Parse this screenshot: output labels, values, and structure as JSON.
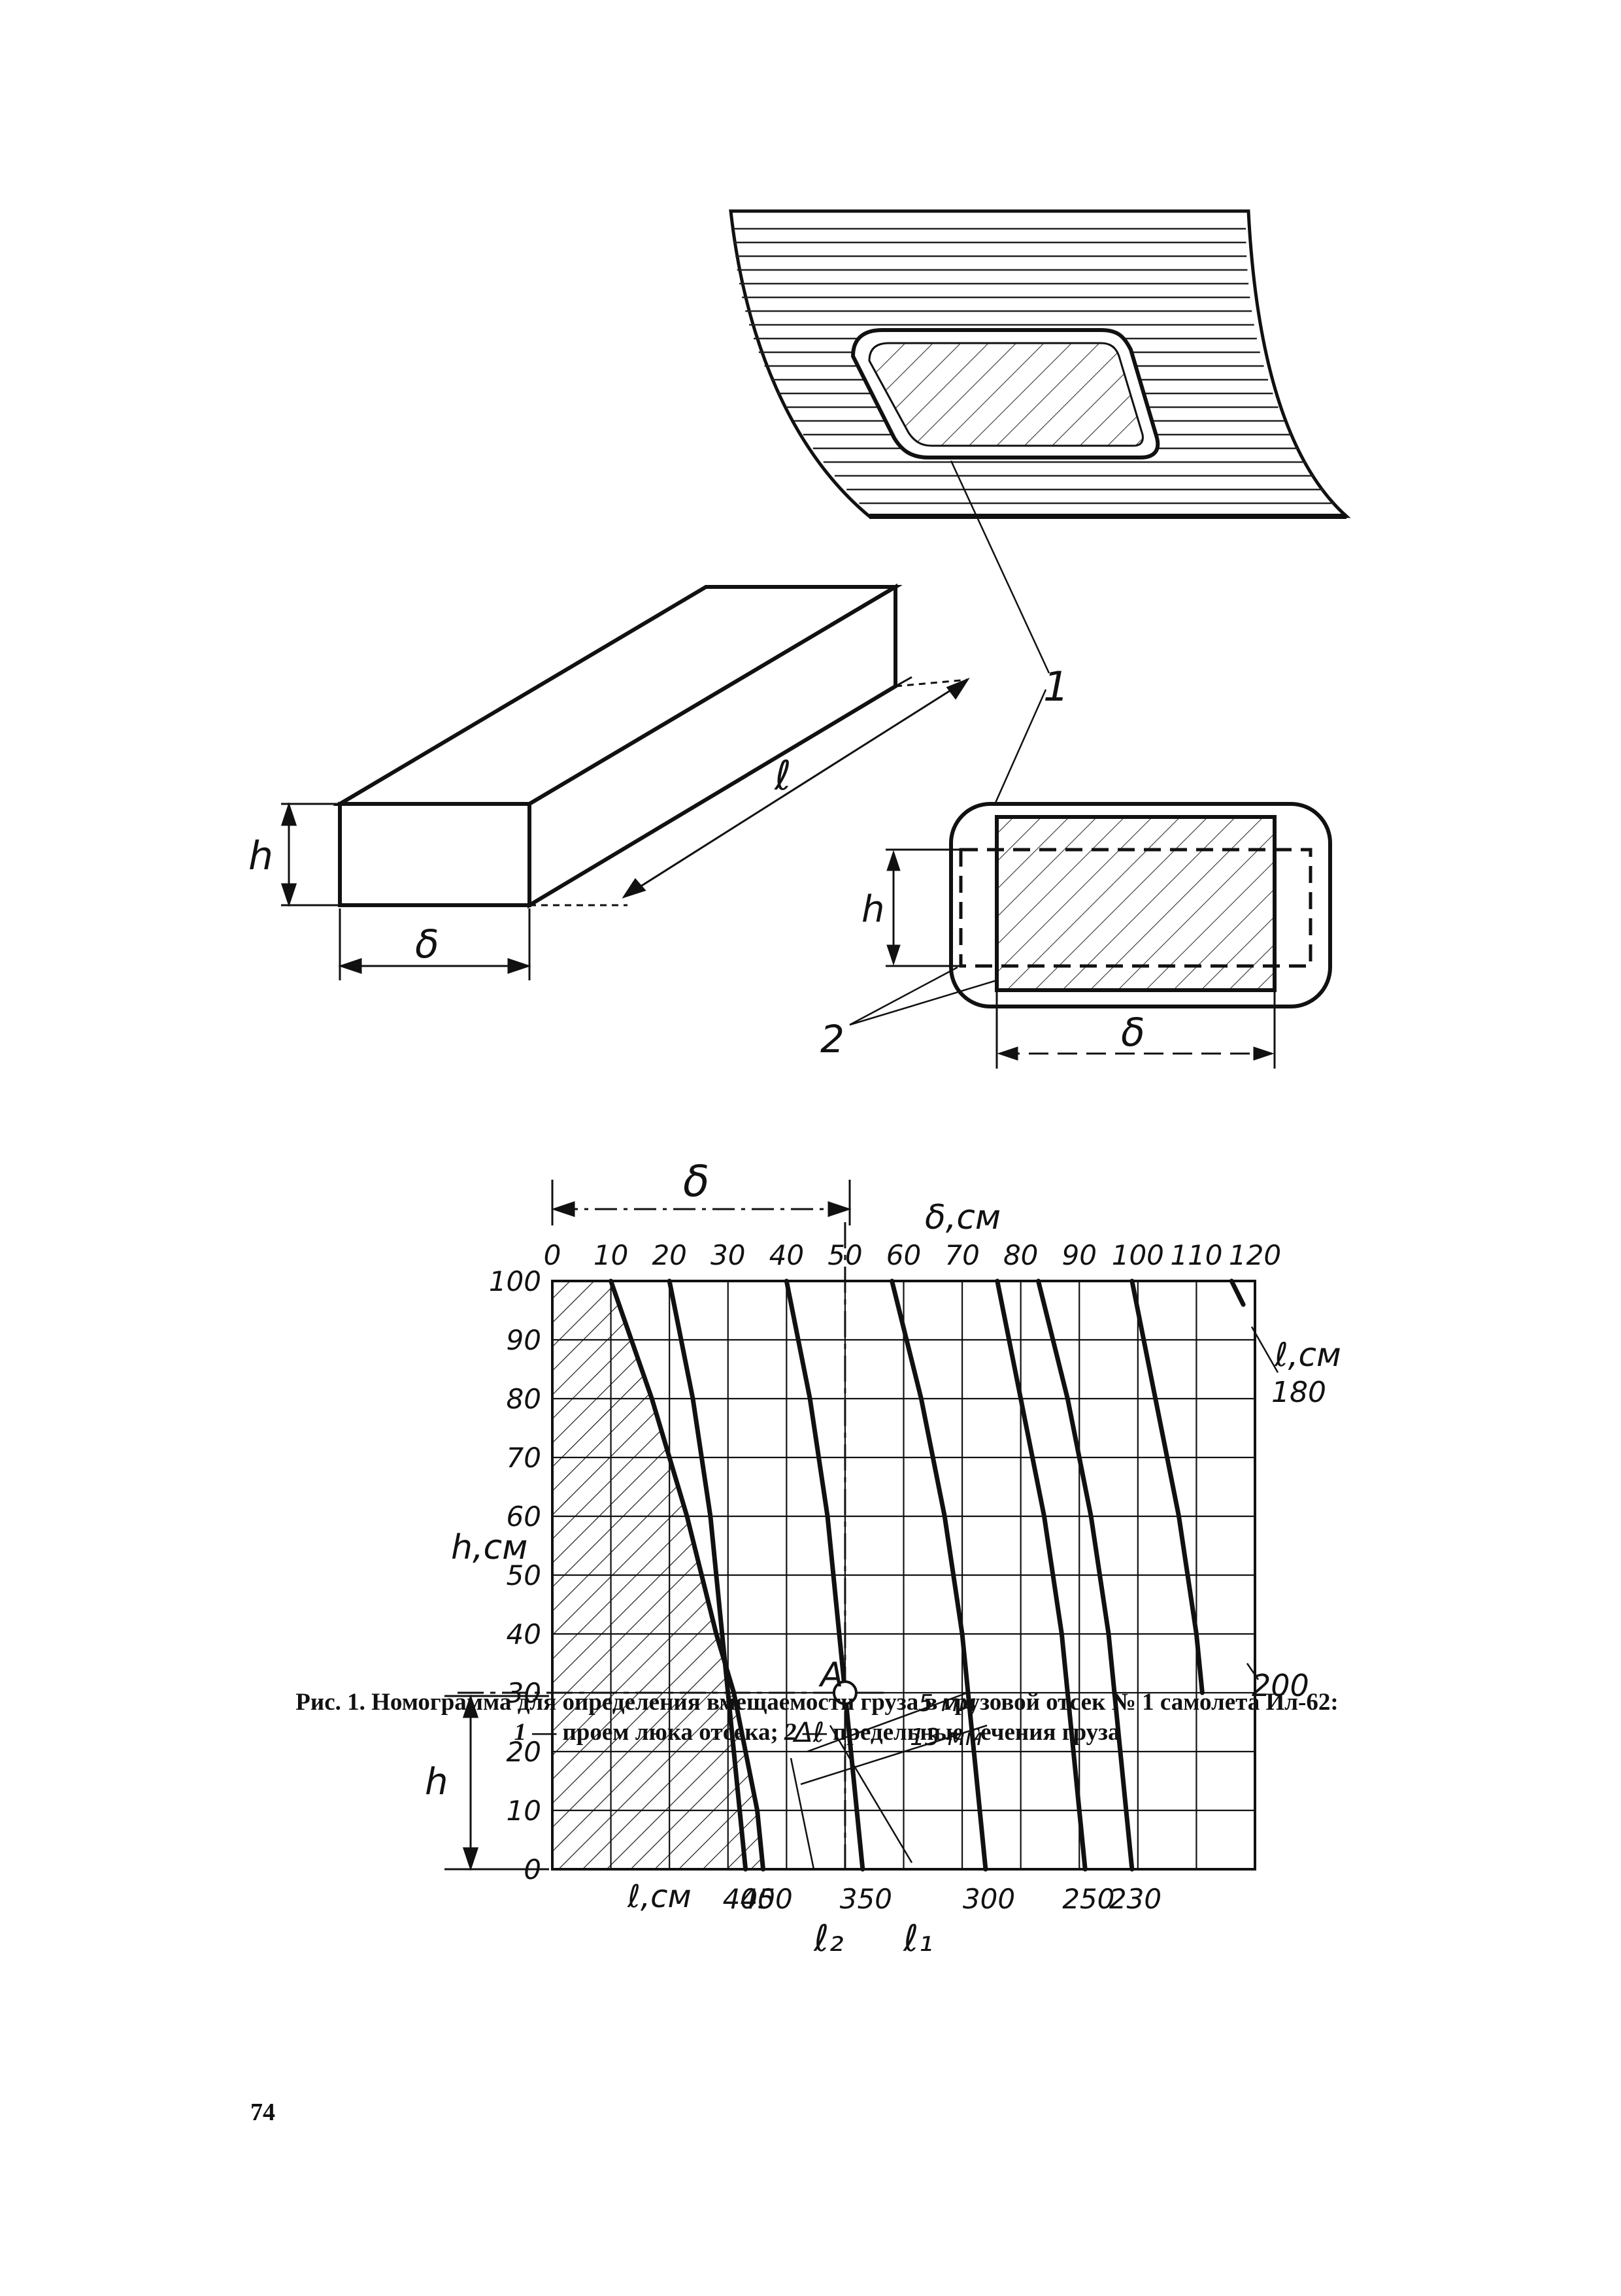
{
  "figure": {
    "labels": {
      "callout_1": "1",
      "callout_2": "2",
      "box_h": "h",
      "box_l": "ℓ",
      "box_delta": "δ",
      "hatch_h": "h",
      "hatch_delta": "δ"
    }
  },
  "chart_data": {
    "type": "line",
    "title": "",
    "top_dimension_label": "δ",
    "xlabel": "δ,см",
    "ylabel": "h,см",
    "xlim": [
      0,
      120
    ],
    "ylim": [
      0,
      100
    ],
    "x_ticks": [
      "0",
      "10",
      "20",
      "30",
      "40",
      "50",
      "60",
      "70",
      "80",
      "90",
      "100",
      "110",
      "120"
    ],
    "y_ticks": [
      "0",
      "10",
      "20",
      "30",
      "40",
      "50",
      "60",
      "70",
      "80",
      "90",
      "100"
    ],
    "curve_axis_label_top": "ℓ,см",
    "curve_axis_label_bottom": "ℓ,см",
    "l2_label": "ℓ₂",
    "l1_label": "ℓ₁",
    "h_dim_label": "h",
    "point_label": "A",
    "delta_l_label": "Δℓ",
    "mm5_label": "5 мм",
    "mm13_label": "13 мм",
    "grid": true,
    "hatched_region": "infeasible",
    "series": [
      {
        "name": "450",
        "points": [
          [
            10,
            100
          ],
          [
            17,
            80
          ],
          [
            23,
            60
          ],
          [
            28,
            40
          ],
          [
            31,
            30
          ],
          [
            33,
            20
          ],
          [
            35,
            10
          ],
          [
            36,
            0
          ]
        ]
      },
      {
        "name": "400",
        "points": [
          [
            20,
            100
          ],
          [
            24,
            80
          ],
          [
            27,
            60
          ],
          [
            29,
            40
          ],
          [
            30,
            30
          ],
          [
            31,
            20
          ],
          [
            32,
            10
          ],
          [
            33,
            0
          ]
        ]
      },
      {
        "name": "350",
        "points": [
          [
            40,
            100
          ],
          [
            44,
            80
          ],
          [
            47,
            60
          ],
          [
            49,
            40
          ],
          [
            50,
            30
          ],
          [
            51,
            20
          ],
          [
            52,
            10
          ],
          [
            53,
            0
          ]
        ]
      },
      {
        "name": "300",
        "points": [
          [
            58,
            100
          ],
          [
            63,
            80
          ],
          [
            67,
            60
          ],
          [
            70,
            40
          ],
          [
            71,
            30
          ],
          [
            72,
            20
          ],
          [
            73,
            10
          ],
          [
            74,
            0
          ]
        ]
      },
      {
        "name": "250",
        "points": [
          [
            76,
            100
          ],
          [
            80,
            80
          ],
          [
            84,
            60
          ],
          [
            87,
            40
          ],
          [
            88,
            30
          ],
          [
            89,
            20
          ],
          [
            90,
            10
          ],
          [
            91,
            0
          ]
        ]
      },
      {
        "name": "230",
        "points": [
          [
            83,
            100
          ],
          [
            88,
            80
          ],
          [
            92,
            60
          ],
          [
            95,
            40
          ],
          [
            96,
            30
          ],
          [
            97,
            20
          ],
          [
            98,
            10
          ],
          [
            99,
            0
          ]
        ]
      },
      {
        "name": "200",
        "points": [
          [
            99,
            100
          ],
          [
            103,
            80
          ],
          [
            107,
            60
          ],
          [
            110,
            40
          ],
          [
            111,
            30
          ]
        ]
      },
      {
        "name": "180",
        "points": [
          [
            116,
            100
          ],
          [
            118,
            96
          ]
        ]
      }
    ],
    "curve_labels_bottom": [
      "450",
      "400",
      "350",
      "300",
      "250",
      "230"
    ],
    "curve_labels_right": [
      "180",
      "200"
    ],
    "point_A": [
      50,
      30
    ]
  },
  "caption": {
    "line1": "Рис. 1. Номограмма для определения вмещаемости груза в грузовой отсек № 1 самолета Ил-62:",
    "line2_num1": "1",
    "line2_text1": " — проем люка отсека; ",
    "line2_num2": "2",
    "line2_text2": " — предельные сечения груза"
  },
  "page_number": "74"
}
